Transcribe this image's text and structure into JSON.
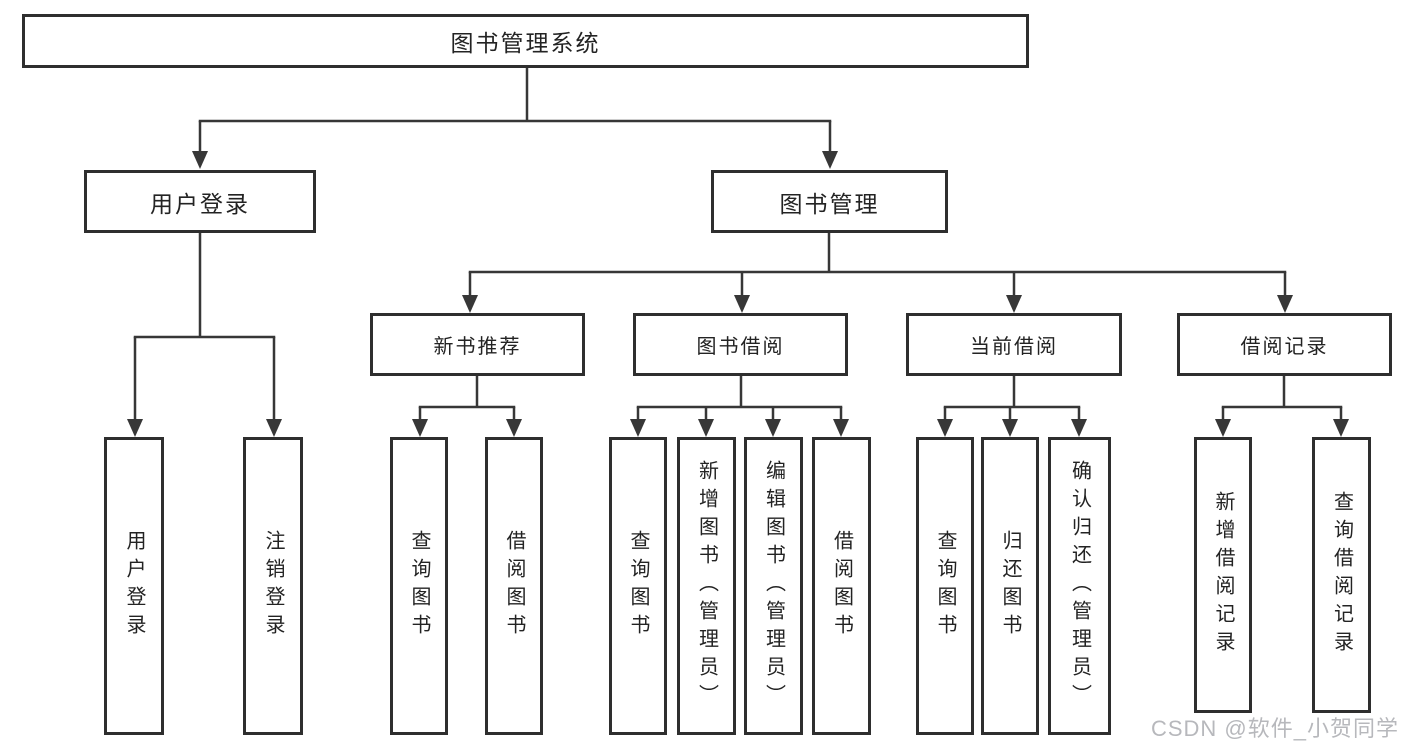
{
  "tree": {
    "root": {
      "label": "图书管理系统"
    },
    "level2": [
      {
        "label": "用户登录",
        "children": [
          {
            "label": "用户登录"
          },
          {
            "label": "注销登录"
          }
        ]
      },
      {
        "label": "图书管理",
        "children": [
          {
            "label": "新书推荐",
            "children": [
              {
                "label": "查询图书"
              },
              {
                "label": "借阅图书"
              }
            ]
          },
          {
            "label": "图书借阅",
            "children": [
              {
                "label": "查询图书"
              },
              {
                "label": "新增图书（管理员）"
              },
              {
                "label": "编辑图书（管理员）"
              },
              {
                "label": "借阅图书"
              }
            ]
          },
          {
            "label": "当前借阅",
            "children": [
              {
                "label": "查询图书"
              },
              {
                "label": "归还图书"
              },
              {
                "label": "确认归还（管理员）"
              }
            ]
          },
          {
            "label": "借阅记录",
            "children": [
              {
                "label": "新增借阅记录"
              },
              {
                "label": "查询借阅记录"
              }
            ]
          }
        ]
      }
    ]
  },
  "watermark": {
    "text": "CSDN @软件_小贺同学"
  },
  "colors": {
    "line": "#373737",
    "box_border": "#2e2e2e",
    "text": "#232323",
    "background": "#ffffff",
    "watermark": "#b7b8bc"
  }
}
